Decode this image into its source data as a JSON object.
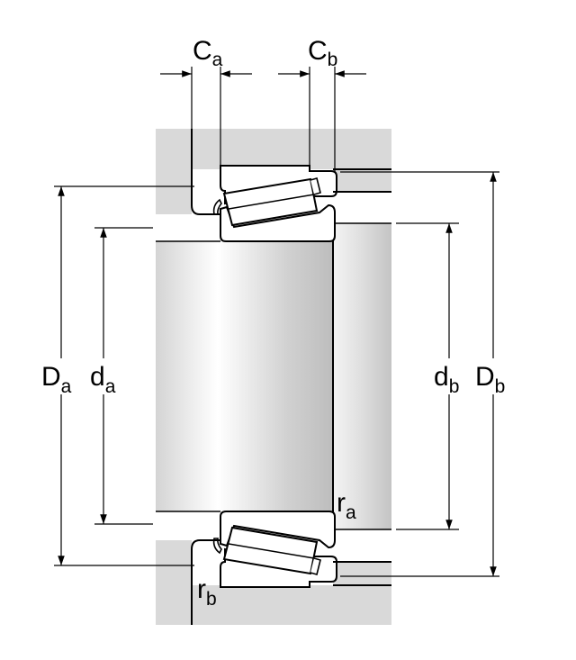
{
  "labels": {
    "Ca": {
      "main": "C",
      "sub": "a"
    },
    "Cb": {
      "main": "C",
      "sub": "b"
    },
    "Da": {
      "main": "D",
      "sub": "a"
    },
    "da": {
      "main": "d",
      "sub": "a"
    },
    "db": {
      "main": "d",
      "sub": "b"
    },
    "Db": {
      "main": "D",
      "sub": "b"
    },
    "ra": {
      "main": "r",
      "sub": "a"
    },
    "rb": {
      "main": "r",
      "sub": "b"
    }
  },
  "colors": {
    "housing_gray": "#d9d9d9",
    "shaft_gradient_light": "#ffffff",
    "shaft_gradient_dark": "#bdbdbd",
    "line": "#000000"
  }
}
